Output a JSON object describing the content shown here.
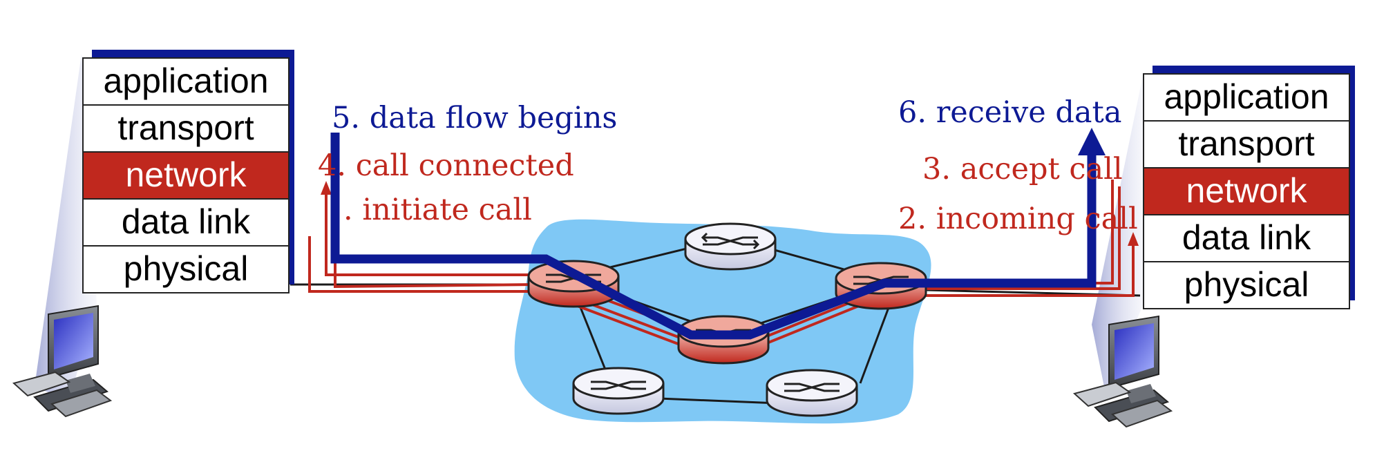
{
  "colors": {
    "network_highlight": "#c0281e",
    "data_flow": "#0d1a94",
    "signal": "#c0281e",
    "cloud": "#7fc8f5",
    "stack_shadow": "#0d1a94"
  },
  "left_stack": {
    "layers": [
      "application",
      "transport",
      "network",
      "data link",
      "physical"
    ],
    "highlight_index": 2
  },
  "right_stack": {
    "layers": [
      "application",
      "transport",
      "network",
      "data link",
      "physical"
    ],
    "highlight_index": 2
  },
  "steps": {
    "s1": ". initiate call",
    "s2": "2. incoming call",
    "s3": "3. accept call",
    "s4": "4. call connected",
    "s5": "5. data flow begins",
    "s6": "6. receive data"
  },
  "icons": {
    "left_host": "desktop-computer-icon",
    "right_host": "desktop-computer-icon",
    "router": "router-icon"
  }
}
